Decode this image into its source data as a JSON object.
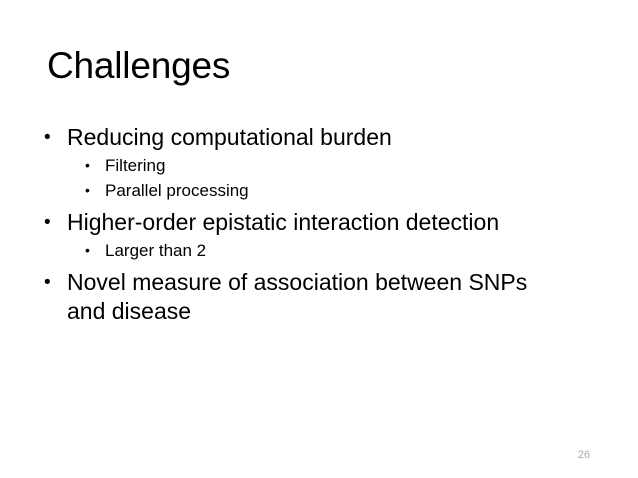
{
  "slide": {
    "title": "Challenges",
    "page_number": "26",
    "background_color": "#ffffff",
    "text_color": "#000000",
    "page_number_color": "#a6a6a6",
    "bullet_glyph": "•",
    "groups": [
      {
        "main": "Reducing computational burden",
        "subs": [
          "Filtering",
          "Parallel processing"
        ]
      },
      {
        "main": "Higher-order epistatic interaction detection",
        "subs": [
          "Larger than 2"
        ]
      },
      {
        "main": "Novel measure of association between SNPs and disease",
        "subs": []
      }
    ]
  }
}
